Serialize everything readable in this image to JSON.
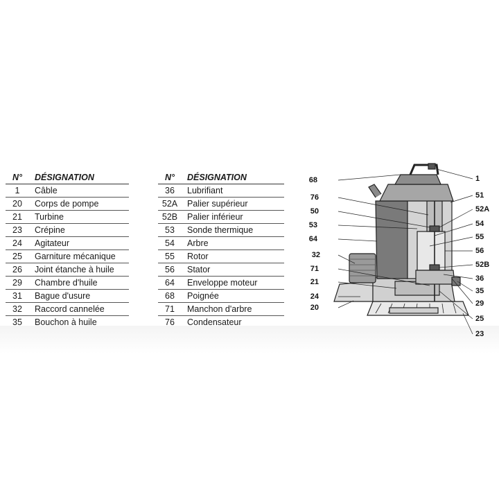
{
  "table_headers": {
    "number": "N°",
    "designation": "DÉSIGNATION"
  },
  "parts_left": [
    {
      "no": "1",
      "designation": "Câble"
    },
    {
      "no": "20",
      "designation": "Corps de pompe"
    },
    {
      "no": "21",
      "designation": "Turbine"
    },
    {
      "no": "23",
      "designation": "Crépine"
    },
    {
      "no": "24",
      "designation": "Agitateur"
    },
    {
      "no": "25",
      "designation": "Garniture mécanique"
    },
    {
      "no": "26",
      "designation": "Joint étanche à huile"
    },
    {
      "no": "29",
      "designation": "Chambre d'huile"
    },
    {
      "no": "31",
      "designation": "Bague d'usure"
    },
    {
      "no": "32",
      "designation": "Raccord cannelée"
    },
    {
      "no": "35",
      "designation": "Bouchon à huile"
    }
  ],
  "parts_right": [
    {
      "no": "36",
      "designation": "Lubrifiant"
    },
    {
      "no": "52A",
      "designation": "Palier supérieur"
    },
    {
      "no": "52B",
      "designation": "Palier inférieur"
    },
    {
      "no": "53",
      "designation": "Sonde thermique"
    },
    {
      "no": "54",
      "designation": "Arbre"
    },
    {
      "no": "55",
      "designation": "Rotor"
    },
    {
      "no": "56",
      "designation": "Stator"
    },
    {
      "no": "64",
      "designation": "Enveloppe moteur"
    },
    {
      "no": "68",
      "designation": "Poignée"
    },
    {
      "no": "71",
      "designation": "Manchon d'arbre"
    },
    {
      "no": "76",
      "designation": "Condensateur"
    }
  ],
  "diagram_callouts_left": [
    "68",
    "76",
    "50",
    "53",
    "64",
    "32",
    "71",
    "21",
    "24",
    "20"
  ],
  "diagram_callouts_right": [
    "1",
    "51",
    "52A",
    "54",
    "55",
    "56",
    "52B",
    "36",
    "35",
    "29",
    "25",
    "23"
  ]
}
